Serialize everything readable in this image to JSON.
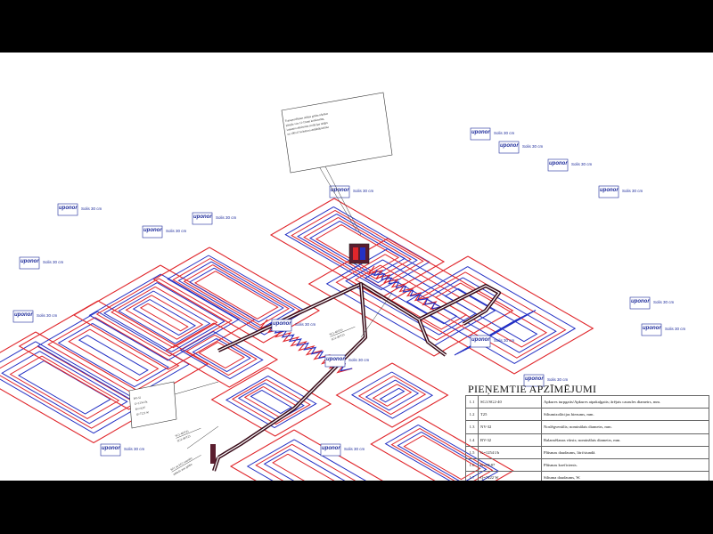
{
  "legend": {
    "title": "PIEŅEMTIE APZĪMĒJUMI",
    "rows": [
      {
        "no": "1.1",
        "code": "SG1/SG2-40",
        "desc": "Apkures turpgaits/Apkures atpakaļgaits; ārējais caurules diametrs, mm."
      },
      {
        "no": "1.2",
        "code": "T25",
        "desc": "Siltumizolācijas biezums, mm."
      },
      {
        "no": "1.3",
        "code": "NV-32",
        "desc": "Noslēgventilis; nominālais diametrs, mm."
      },
      {
        "no": "1.4",
        "code": "BV-32",
        "desc": "Balansēšanas vārsts; nominālais diametrs, mm."
      },
      {
        "no": "1.5",
        "code": "G=1254 l/h",
        "desc": "Plūsmas daudzums, litri/stundā."
      },
      {
        "no": "1.6",
        "code": "Kv=8,87",
        "desc": "Plūsmas koeficients."
      },
      {
        "no": "1.7",
        "code": "Q=7222 W",
        "desc": "Siltuma daudzums, W."
      }
    ]
  },
  "zones": [
    {
      "brand": "uponor",
      "step": "Solis 30 cm"
    },
    {
      "brand": "uponor",
      "step": "Solis 30 cm"
    },
    {
      "brand": "uponor",
      "step": "Solis 30 cm"
    },
    {
      "brand": "uponor",
      "step": "Solis 30 cm"
    },
    {
      "brand": "uponor",
      "step": "Solis 30 cm"
    },
    {
      "brand": "uponor",
      "step": "Solis 30 cm"
    },
    {
      "brand": "uponor",
      "step": "Solis 30 cm"
    },
    {
      "brand": "uponor",
      "step": "Solis 30 cm"
    },
    {
      "brand": "uponor",
      "step": "Solis 30 cm"
    },
    {
      "brand": "uponor",
      "step": "Solis 30 cm"
    },
    {
      "brand": "uponor",
      "step": "Solis 30 cm"
    },
    {
      "brand": "uponor",
      "step": "Solis 30 cm"
    }
  ],
  "callouts": {
    "pipe_a": "SG1-40/T25",
    "pipe_b": "SG2-40/T25",
    "pipe_c": "SG1-40/T25",
    "pipe_d": "SG2-40/T25",
    "riser_note": "SG1 un SG2 caurules",
    "riser_note2": "izbūvēt zem grīdas",
    "node_1": "BV-32",
    "node_2": "G=1254 l/h",
    "node_3": "Kv=8,87",
    "node_4": "Q=7222 W"
  },
  "colors": {
    "supply": "#e0262b",
    "return": "#2431c4",
    "main": "#3a0d1a",
    "text": "#1d2b9b"
  }
}
